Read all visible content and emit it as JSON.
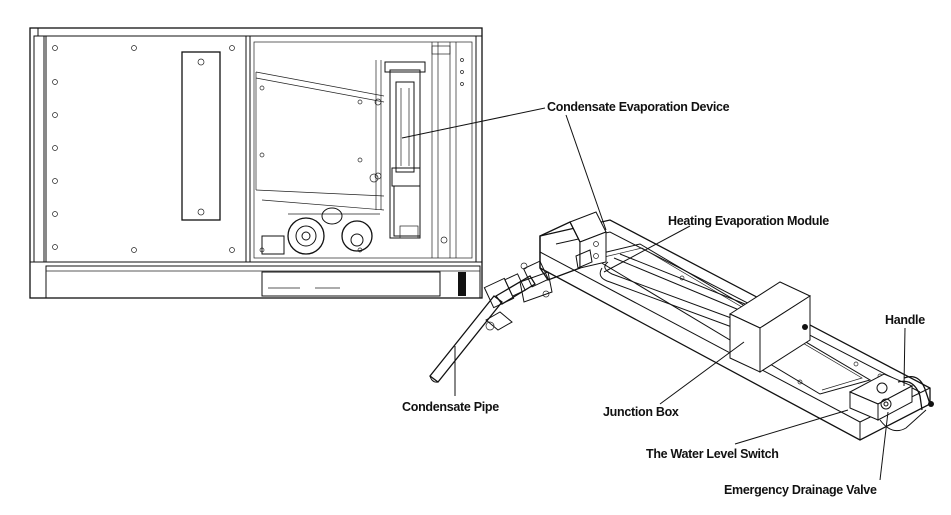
{
  "labels": {
    "condensate_evaporation_device": "Condensate Evaporation Device",
    "heating_evaporation_module": "Heating Evaporation Module",
    "handle": "Handle",
    "condensate_pipe": "Condensate Pipe",
    "junction_box": "Junction Box",
    "water_level_switch": "The Water Level Switch",
    "emergency_drainage_valve": "Emergency Drainage Valve"
  }
}
